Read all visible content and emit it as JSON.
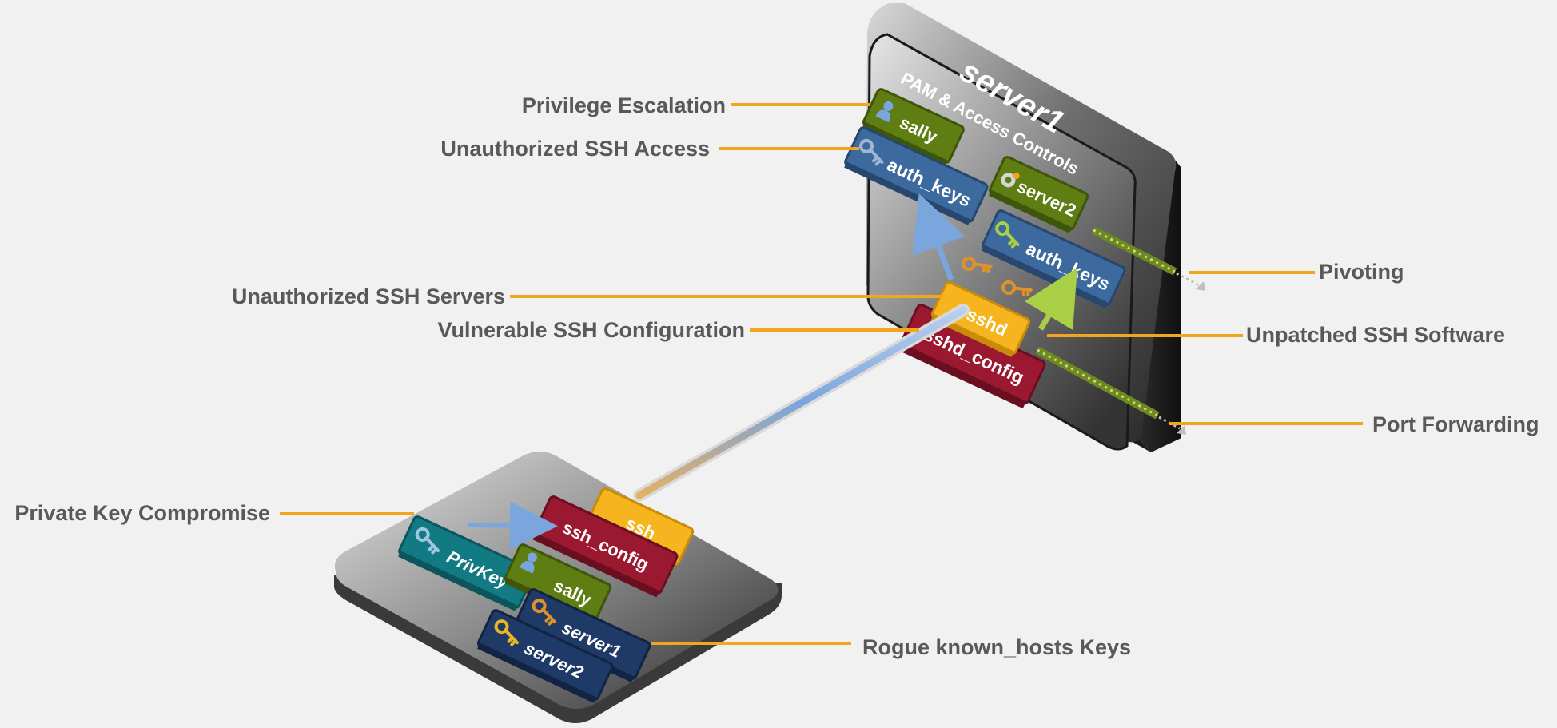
{
  "colors": {
    "background": "#f1f1f1",
    "callout_line": "#f2a51d",
    "label_text": "#595959",
    "chip_green": "#5e7d12",
    "chip_blue": "#3d6a9e",
    "chip_yellow": "#f6b51f",
    "chip_red": "#9a1830",
    "chip_teal": "#127a83",
    "chip_navy": "#1f3a66",
    "arrow_blue": "#7aa6dd",
    "arrow_green": "#a8cf45"
  },
  "server": {
    "title": "server1",
    "pam_label": "PAM & Access Controls",
    "chips": {
      "sally": "sally",
      "auth_keys_1": "auth_keys",
      "server2": "server2",
      "auth_keys_2": "auth_keys",
      "sshd": "sshd",
      "sshd_config": "sshd_config"
    }
  },
  "client": {
    "chips": {
      "ssh": "ssh",
      "ssh_config": "ssh_config",
      "privkey": "PrivKey",
      "sally": "sally",
      "server1": "server1",
      "server2": "server2"
    }
  },
  "labels": {
    "privilege_escalation": "Privilege Escalation",
    "unauthorized_ssh_access": "Unauthorized SSH Access",
    "unauthorized_ssh_servers": "Unauthorized SSH Servers",
    "vulnerable_ssh_configuration": "Vulnerable SSH Configuration",
    "pivoting": "Pivoting",
    "unpatched_ssh_software": "Unpatched SSH Software",
    "port_forwarding": "Port Forwarding",
    "private_key_compromise": "Private Key Compromise",
    "rogue_known_hosts_keys": "Rogue known_hosts Keys"
  },
  "icons": [
    "key-icon",
    "user-icon",
    "gear-icon",
    "arrow-icon"
  ]
}
